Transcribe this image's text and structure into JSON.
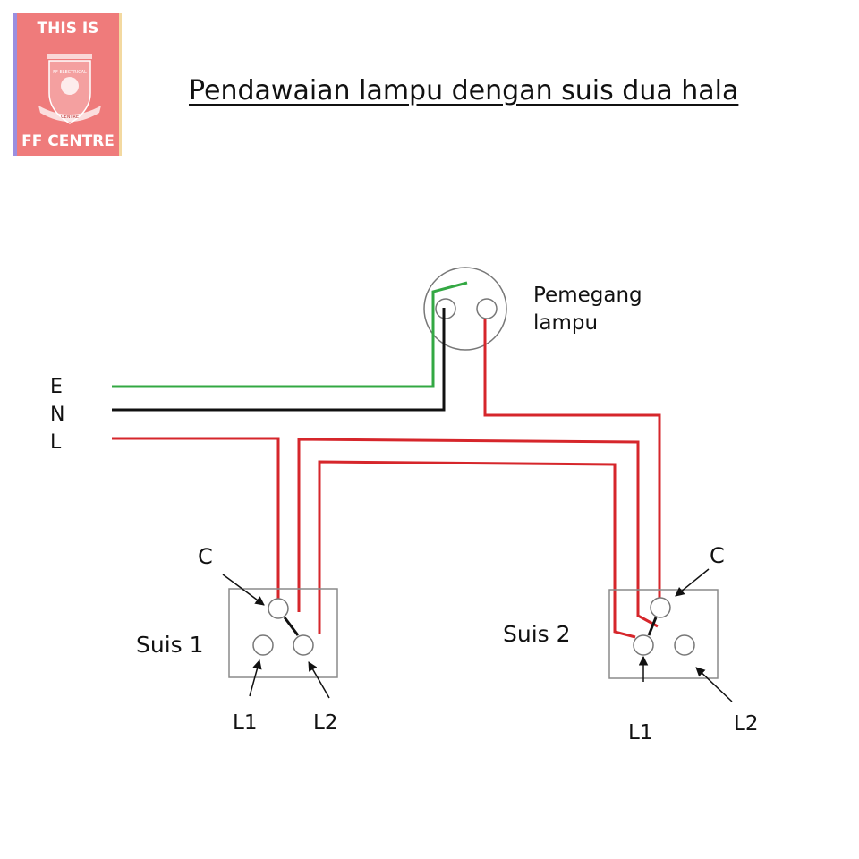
{
  "logo": {
    "top_text": "THIS IS",
    "bottom_text": "FF CENTRE",
    "emblem_text": "FF ELECTRICAL",
    "emblem_subtext": "CENTRE"
  },
  "title": "Pendawaian lampu dengan suis dua hala",
  "lamp_holder": {
    "label_line1": "Pemegang",
    "label_line2": "lampu"
  },
  "supply": {
    "earth": "E",
    "neutral": "N",
    "live": "L"
  },
  "switch1": {
    "name": "Suis 1",
    "common": "C",
    "l1": "L1",
    "l2": "L2"
  },
  "switch2": {
    "name": "Suis 2",
    "common": "C",
    "l1": "L1",
    "l2": "L2"
  },
  "colors": {
    "earth": "#33a843",
    "neutral": "#111111",
    "live": "#d6262b",
    "box": "#8a8a8a",
    "earth_label": "#33a843",
    "live_label": "#d6262b"
  }
}
